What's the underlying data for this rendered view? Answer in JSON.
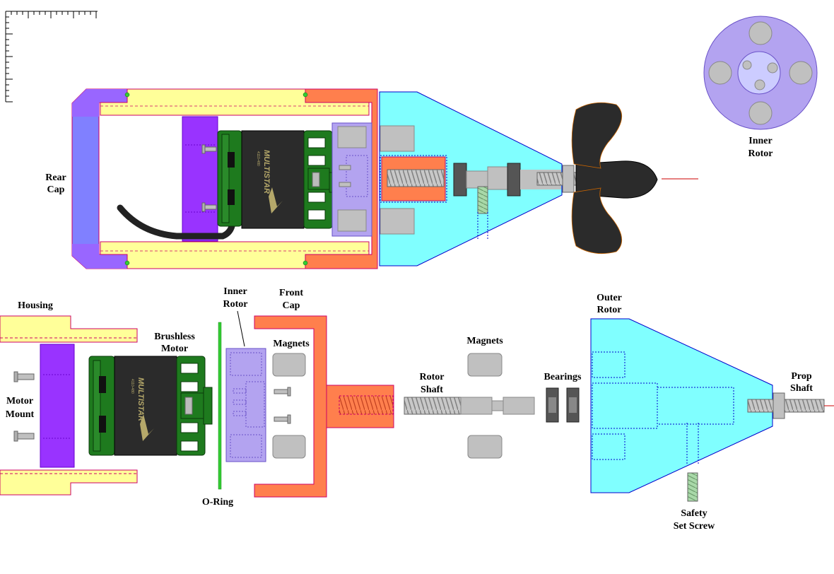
{
  "diagram": {
    "labels": {
      "rear_cap": [
        "Rear",
        "Cap"
      ],
      "inner_rotor_top": [
        "Inner",
        "Rotor"
      ],
      "housing": "Housing",
      "motor_mount": [
        "Motor",
        "Mount"
      ],
      "brushless_motor": [
        "Brushless",
        "Motor"
      ],
      "o_ring": "O-Ring",
      "inner_rotor": [
        "Inner",
        "Rotor"
      ],
      "front_cap": [
        "Front",
        "Cap"
      ],
      "magnets_left": "Magnets",
      "magnets_right": "Magnets",
      "rotor_shaft": [
        "Rotor",
        "Shaft"
      ],
      "bearings": "Bearings",
      "outer_rotor": [
        "Outer",
        "Rotor"
      ],
      "prop_shaft": [
        "Prop",
        "Shaft"
      ],
      "safety_set_screw": [
        "Safety",
        "Set Screw"
      ]
    },
    "motor_brand": "MULTISTAR",
    "motor_model": "4110-480",
    "colors": {
      "housing": "#ffff99",
      "rear_cap": "#8080ff",
      "rear_cap_purple": "#9966ff",
      "motor_mount": "#9933ff",
      "motor_green": "#1e7a1e",
      "motor_body": "#2b2b2b",
      "inner_rotor": "#b3a3f0",
      "front_cap": "#ff7f4d",
      "outer_rotor": "#80ffff",
      "propeller": "#2b2b2b",
      "magnet": "#c0c0c0",
      "o_ring": "#33cc33",
      "setscrew": "#a8d8a8"
    }
  }
}
